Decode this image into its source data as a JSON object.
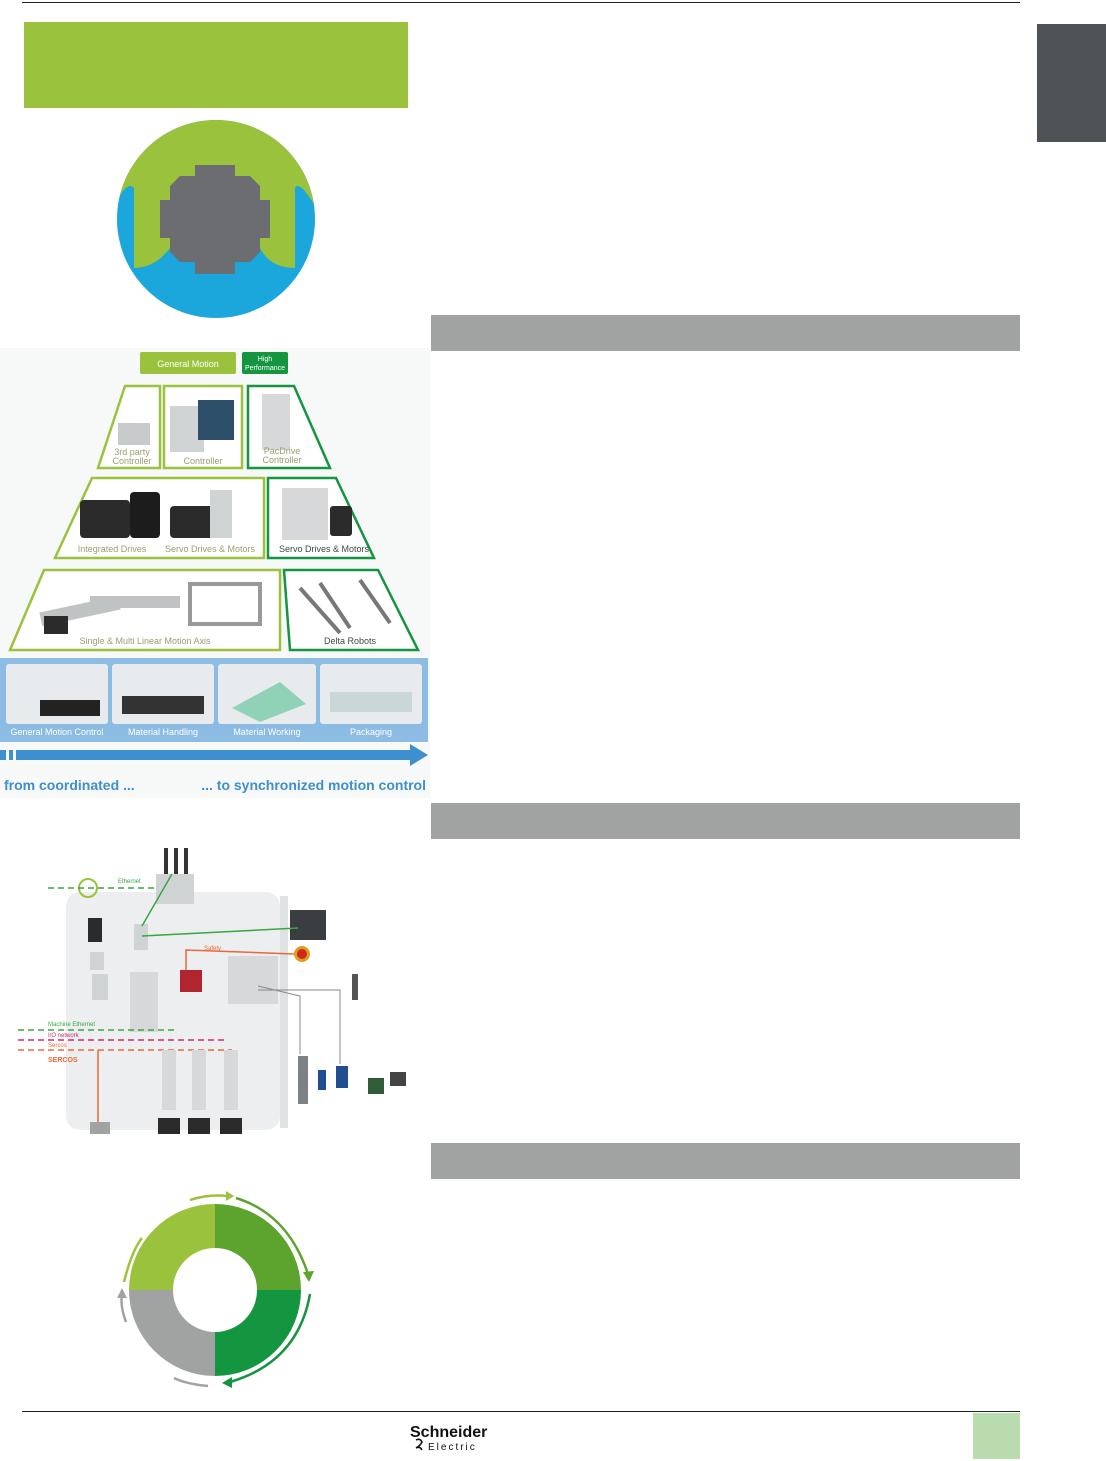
{
  "pyramid": {
    "header_general": "General Motion",
    "header_high": "High",
    "header_high2": "Performance",
    "tier1": {
      "third_party": "3rd party",
      "third_party2": "Controller",
      "controller": "Controller",
      "pacdrive": "PacDrive",
      "pacdrive2": "Controller"
    },
    "tier2": {
      "integrated": "Integrated Drives",
      "servo": "Servo Drives & Motors",
      "servo_hp": "Servo Drives & Motors"
    },
    "tier3": {
      "linear": "Single & Multi Linear Motion Axis",
      "delta": "Delta Robots"
    },
    "applications": [
      "General Motion Control",
      "Material Handling",
      "Material Working",
      "Packaging"
    ],
    "arrow_left": "from coordinated ...",
    "arrow_right": "... to synchronized motion control"
  },
  "network": {
    "ethernet": "Ethernet",
    "safety": "Safety",
    "machine_ethernet": "Machine Ethernet",
    "io_network": "I/O network",
    "sercos": "Sercos",
    "brand": "SERCOS"
  },
  "footer": {
    "logo_main": "Schneider",
    "logo_sub": "Electric"
  },
  "colors": {
    "green_light": "#9bc23c",
    "green_mid": "#5da42e",
    "green_dark": "#149540",
    "blue": "#1ba6dc",
    "gray": "#a0a3a2",
    "tab": "#4e5358"
  }
}
